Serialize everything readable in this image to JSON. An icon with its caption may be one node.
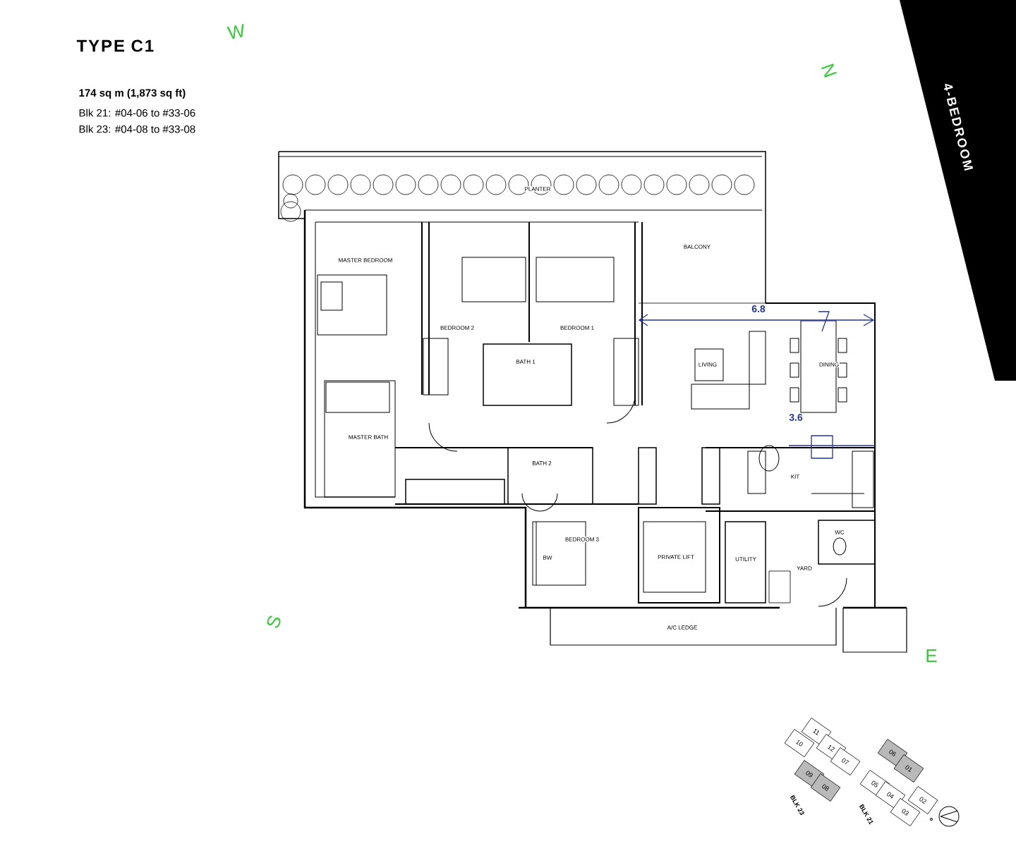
{
  "diagram": {
    "title": "TYPE C1",
    "labels": [
      "174 sq m (1,873 sq ft)",
      "Blk 21: #04-06 to #33-06",
      "Blk 23: #04-08 to #33-08",
      "W",
      "N",
      "4-BEDROOM",
      "PLANTER",
      "MASTER BEDROOM",
      "BALCONY",
      "BEDROOM 2",
      "BEDROOM 1",
      "6.8",
      "BATH 1",
      "LIVING",
      "DINING",
      "3.6",
      "MASTER BATH",
      "BATH 2",
      "KIT",
      "BEDROOM 3",
      "BW",
      "PRIVATE LIFT",
      "UTILITY",
      "YARD",
      "WC",
      "A/C LEDGE",
      "S",
      "E",
      "11",
      "10",
      "12",
      "07",
      "09",
      "08",
      "06",
      "01",
      "05",
      "04",
      "02",
      "03",
      "BLK 23",
      "BLK 21"
    ]
  }
}
